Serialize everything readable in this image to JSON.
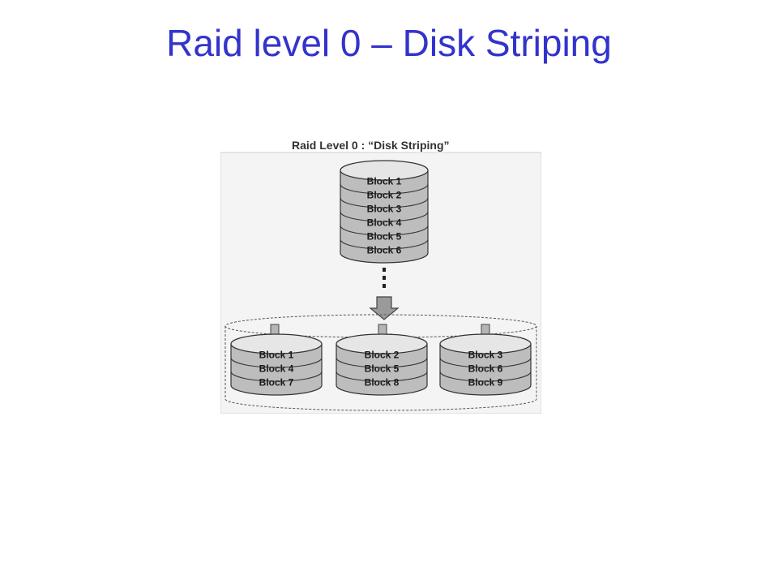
{
  "slide": {
    "title": "Raid level 0 – Disk Striping"
  },
  "diagram": {
    "caption": "Raid Level 0 : “Disk Striping”",
    "source_blocks": [
      "Block 1",
      "Block 2",
      "Block 3",
      "Block 4",
      "Block 5",
      "Block 6"
    ],
    "disks": [
      {
        "blocks": [
          "Block 1",
          "Block 4",
          "Block 7"
        ]
      },
      {
        "blocks": [
          "Block 2",
          "Block 5",
          "Block 8"
        ]
      },
      {
        "blocks": [
          "Block 3",
          "Block 6",
          "Block 9"
        ]
      }
    ],
    "colors": {
      "title": "#3333cc",
      "disk_fill": "#bdbdbd",
      "disk_top": "#e6e6e6",
      "disk_stroke": "#333333",
      "panel_fill": "#f4f4f4"
    }
  }
}
